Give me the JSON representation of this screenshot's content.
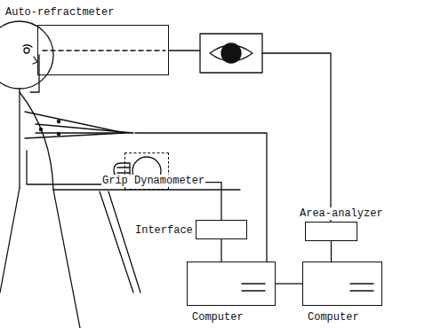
{
  "diagram": {
    "nodes": [
      {
        "text": [
          "Auto-refractmeter"
        ]
      },
      {
        "text": [
          "Grip Dynamometer"
        ]
      },
      {
        "text": [
          "Interface"
        ]
      },
      {
        "text": [
          "Area-analyzer"
        ]
      },
      {
        "text": [
          "Computer"
        ]
      },
      {
        "text": [
          "Computer"
        ]
      }
    ],
    "edges": [
      {
        "from": 1,
        "to": 2,
        "arrow": "none"
      },
      {
        "from": 2,
        "to": 4,
        "arrow": "none"
      },
      {
        "from": 3,
        "to": 5,
        "arrow": "none"
      },
      {
        "from": 4,
        "to": 5,
        "arrow": "none"
      }
    ]
  }
}
